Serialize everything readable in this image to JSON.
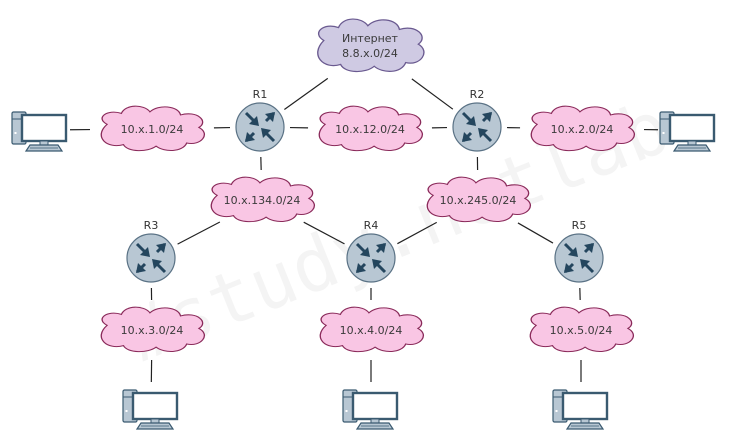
{
  "watermark": "#study.netlab",
  "colors": {
    "cloud_fill": "#f9c6e4",
    "cloud_stroke": "#8a2a5a",
    "internet_fill": "#cfcae3",
    "internet_stroke": "#6a5a90",
    "router_fill": "#b8c7d3",
    "router_stroke": "#5a7285",
    "router_arrow": "#24465e",
    "link": "#222222",
    "pc_body": "#b8c7d3",
    "pc_stroke": "#3a5a70"
  },
  "internet": {
    "line1": "Интернет",
    "line2": "8.8.x.0/24"
  },
  "routers": [
    {
      "id": "R1",
      "label": "R1"
    },
    {
      "id": "R2",
      "label": "R2"
    },
    {
      "id": "R3",
      "label": "R3"
    },
    {
      "id": "R4",
      "label": "R4"
    },
    {
      "id": "R5",
      "label": "R5"
    }
  ],
  "networks": [
    {
      "id": "n1",
      "label": "10.x.1.0/24"
    },
    {
      "id": "n12",
      "label": "10.x.12.0/24"
    },
    {
      "id": "n2",
      "label": "10.x.2.0/24"
    },
    {
      "id": "n134",
      "label": "10.x.134.0/24"
    },
    {
      "id": "n245",
      "label": "10.x.245.0/24"
    },
    {
      "id": "n3",
      "label": "10.x.3.0/24"
    },
    {
      "id": "n4",
      "label": "10.x.4.0/24"
    },
    {
      "id": "n5",
      "label": "10.x.5.0/24"
    }
  ],
  "hosts": [
    {
      "id": "pc1",
      "network": "10.x.1.0/24"
    },
    {
      "id": "pc2",
      "network": "10.x.2.0/24"
    },
    {
      "id": "pc3",
      "network": "10.x.3.0/24"
    },
    {
      "id": "pc4",
      "network": "10.x.4.0/24"
    },
    {
      "id": "pc5",
      "network": "10.x.5.0/24"
    }
  ],
  "links": [
    [
      "internet",
      "R1"
    ],
    [
      "internet",
      "R2"
    ],
    [
      "pc1",
      "n1"
    ],
    [
      "n1",
      "R1"
    ],
    [
      "R1",
      "n12"
    ],
    [
      "n12",
      "R2"
    ],
    [
      "R2",
      "n2"
    ],
    [
      "n2",
      "pc2"
    ],
    [
      "R1",
      "n134"
    ],
    [
      "n134",
      "R3"
    ],
    [
      "n134",
      "R4"
    ],
    [
      "R2",
      "n245"
    ],
    [
      "n245",
      "R4"
    ],
    [
      "n245",
      "R5"
    ],
    [
      "R3",
      "n3"
    ],
    [
      "n3",
      "pc3"
    ],
    [
      "R4",
      "n4"
    ],
    [
      "n4",
      "pc4"
    ],
    [
      "R5",
      "n5"
    ],
    [
      "n5",
      "pc5"
    ]
  ]
}
